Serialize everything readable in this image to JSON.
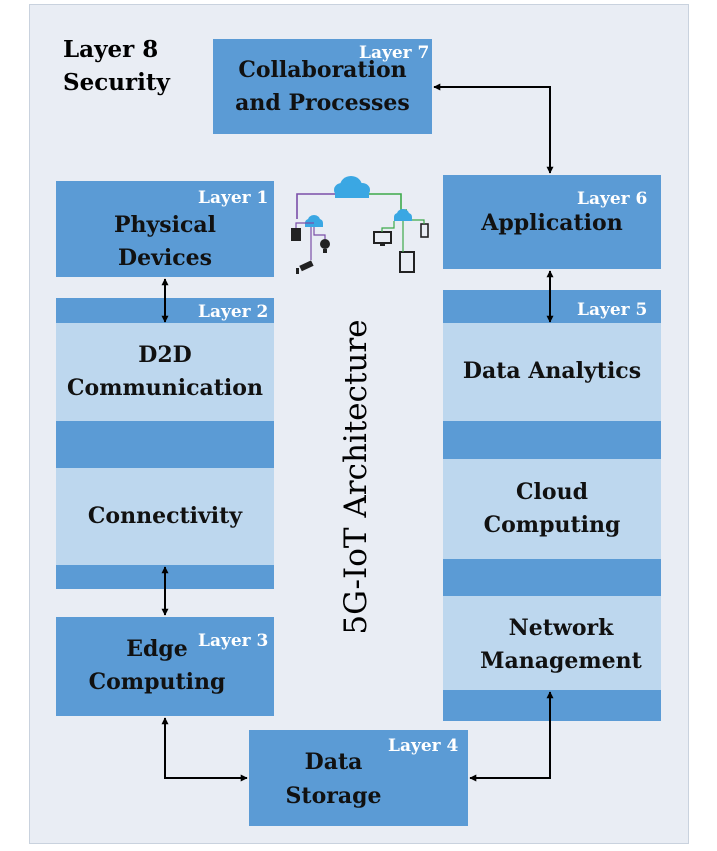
{
  "security": {
    "line1": "Layer 8",
    "line2": "Security"
  },
  "center_title": "5G-IoT Architecture",
  "layers": {
    "l7": {
      "tag": "Layer 7",
      "line1": "Collaboration",
      "line2": "and Processes"
    },
    "l1": {
      "tag": "Layer 1",
      "line1": "Physical",
      "line2": "Devices"
    },
    "l2": {
      "tag": "Layer 2",
      "block1_line1": "D2D",
      "block1_line2": "Communication",
      "block2": "Connectivity"
    },
    "l3": {
      "tag": "Layer 3",
      "line1": "Edge",
      "line2": "Computing"
    },
    "l4": {
      "tag": "Layer 4",
      "line1": "Data",
      "line2": "Storage"
    },
    "l5": {
      "tag": "Layer 5",
      "block1": "Data Analytics",
      "block2_line1": "Cloud",
      "block2_line2": "Computing",
      "block3_line1": "Network",
      "block3_line2": "Management"
    },
    "l6": {
      "tag": "Layer 6",
      "line1": "Application"
    }
  },
  "colors": {
    "dark_block": "#5b9bd5",
    "light_block": "#bdd7ee",
    "background": "#e9edf4",
    "arrow": "#000000"
  },
  "icons": [
    "cloud-icon",
    "camera-icon",
    "bulb-icon",
    "monitor-icon",
    "tablet-icon",
    "phone-icon"
  ]
}
